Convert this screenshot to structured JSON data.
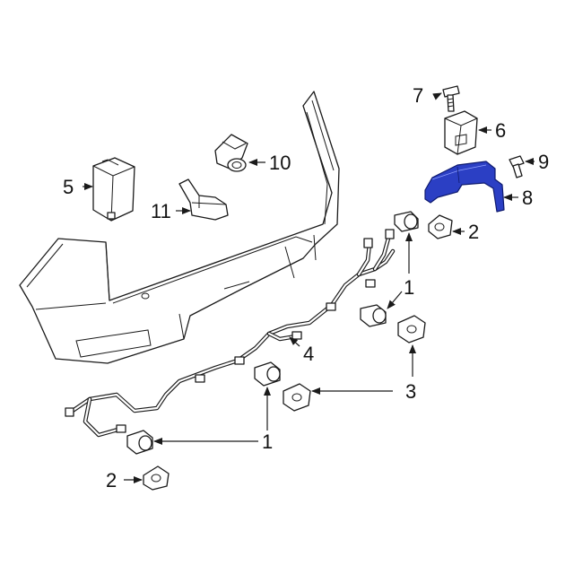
{
  "highlight_color": "#2b3fc4",
  "callouts": {
    "c1_top": "1",
    "c1_bottom": "1",
    "c2_right": "2",
    "c2_left": "2",
    "c3": "3",
    "c4": "4",
    "c5": "5",
    "c6": "6",
    "c7": "7",
    "c8": "8",
    "c9": "9",
    "c10": "10",
    "c11": "11"
  }
}
